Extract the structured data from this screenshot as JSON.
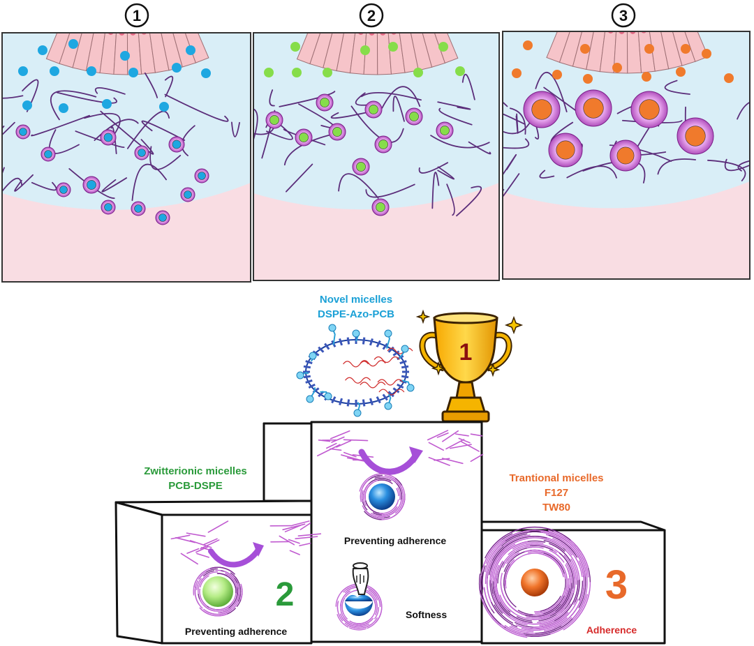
{
  "panels": [
    {
      "number": "1",
      "dot_color": "#1ea7e1"
    },
    {
      "number": "2",
      "dot_color": "#86dd4a"
    },
    {
      "number": "3",
      "dot_color": "#f07a2c"
    }
  ],
  "colors": {
    "mucus_bg": "#d9eef7",
    "cell": "#f6c4c9",
    "cell_edge": "#9d6f74",
    "tissue": "#f9dde3",
    "fiber": "#5b2d7a",
    "shell": "#cc55cc",
    "trophy_gold": "#f5b400",
    "teal": "#1aa0d6",
    "green": "#2a9a3a",
    "orange": "#e8692a",
    "red": "#d62a2a"
  },
  "novel": {
    "line1": "Novel micelles",
    "line2": "DSPE-Azo-PCB",
    "rank": "1"
  },
  "zwitterionic": {
    "line1": "Zwitterionic micelles",
    "line2": "PCB-DSPE",
    "rank": "2",
    "caption": "Preventing adherence"
  },
  "center": {
    "caption": "Preventing adherence",
    "softness": "Softness"
  },
  "traditional": {
    "line1": "Trantional micelles",
    "line2": "F127",
    "line3": "TW80",
    "rank": "3",
    "caption": "Adherence"
  }
}
